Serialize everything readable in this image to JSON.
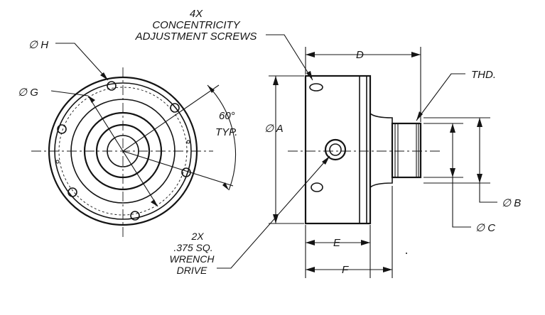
{
  "notes": {
    "screws_qty": "4X",
    "screws_line1": "CONCENTRICITY",
    "screws_line2": "ADJUSTMENT SCREWS",
    "angle_value": "60°",
    "angle_note": "TYP.",
    "wrench_qty": "2X",
    "wrench_size": ".375 SQ.",
    "wrench_line1": "WRENCH",
    "wrench_line2": "DRIVE",
    "thread": "THD."
  },
  "dims": {
    "H": "∅ H",
    "G": "∅ G",
    "A": "∅ A",
    "B": "∅ B",
    "C": "∅ C",
    "D": "D",
    "E": "E",
    "F": "F"
  }
}
